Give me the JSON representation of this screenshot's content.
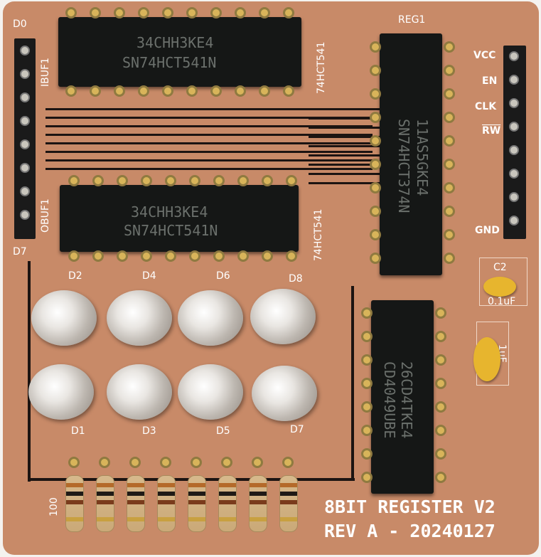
{
  "board": {
    "title_line1": "8BIT REGISTER V2",
    "title_line2": "REV A - 20240127",
    "colors": {
      "substrate": "#c88a68",
      "silkscreen": "#ffffff",
      "chip": "#151716",
      "capacitor": "#e7b52e"
    }
  },
  "ibuf": {
    "ref": "IBUF1",
    "mark1": "34CHH3KE4",
    "mark2": "SN74HCT541N",
    "part": "74HCT541"
  },
  "obuf": {
    "ref": "OBUF1",
    "mark1": "34CHH3KE4",
    "mark2": "SN74HCT541N",
    "part": "74HCT541"
  },
  "reg": {
    "ref": "REG1",
    "mark1": "11AS5GKE4",
    "mark2": "SN74HCT374N"
  },
  "inverter": {
    "mark1": "26CD4TKE4",
    "mark2": "CD4049UBE"
  },
  "data_header": {
    "top": "D0",
    "bottom": "D7"
  },
  "control_header": {
    "pins": [
      "VCC",
      "EN",
      "CLK",
      "RW",
      "GND"
    ]
  },
  "capacitors": [
    {
      "ref": "C2",
      "value": "0.1uF"
    },
    {
      "value": "1uF"
    }
  ],
  "leds_top": [
    "D2",
    "D4",
    "D6",
    "D8"
  ],
  "leds_bottom": [
    "D1",
    "D3",
    "D5",
    "D7"
  ],
  "resistors": {
    "value": "100"
  }
}
